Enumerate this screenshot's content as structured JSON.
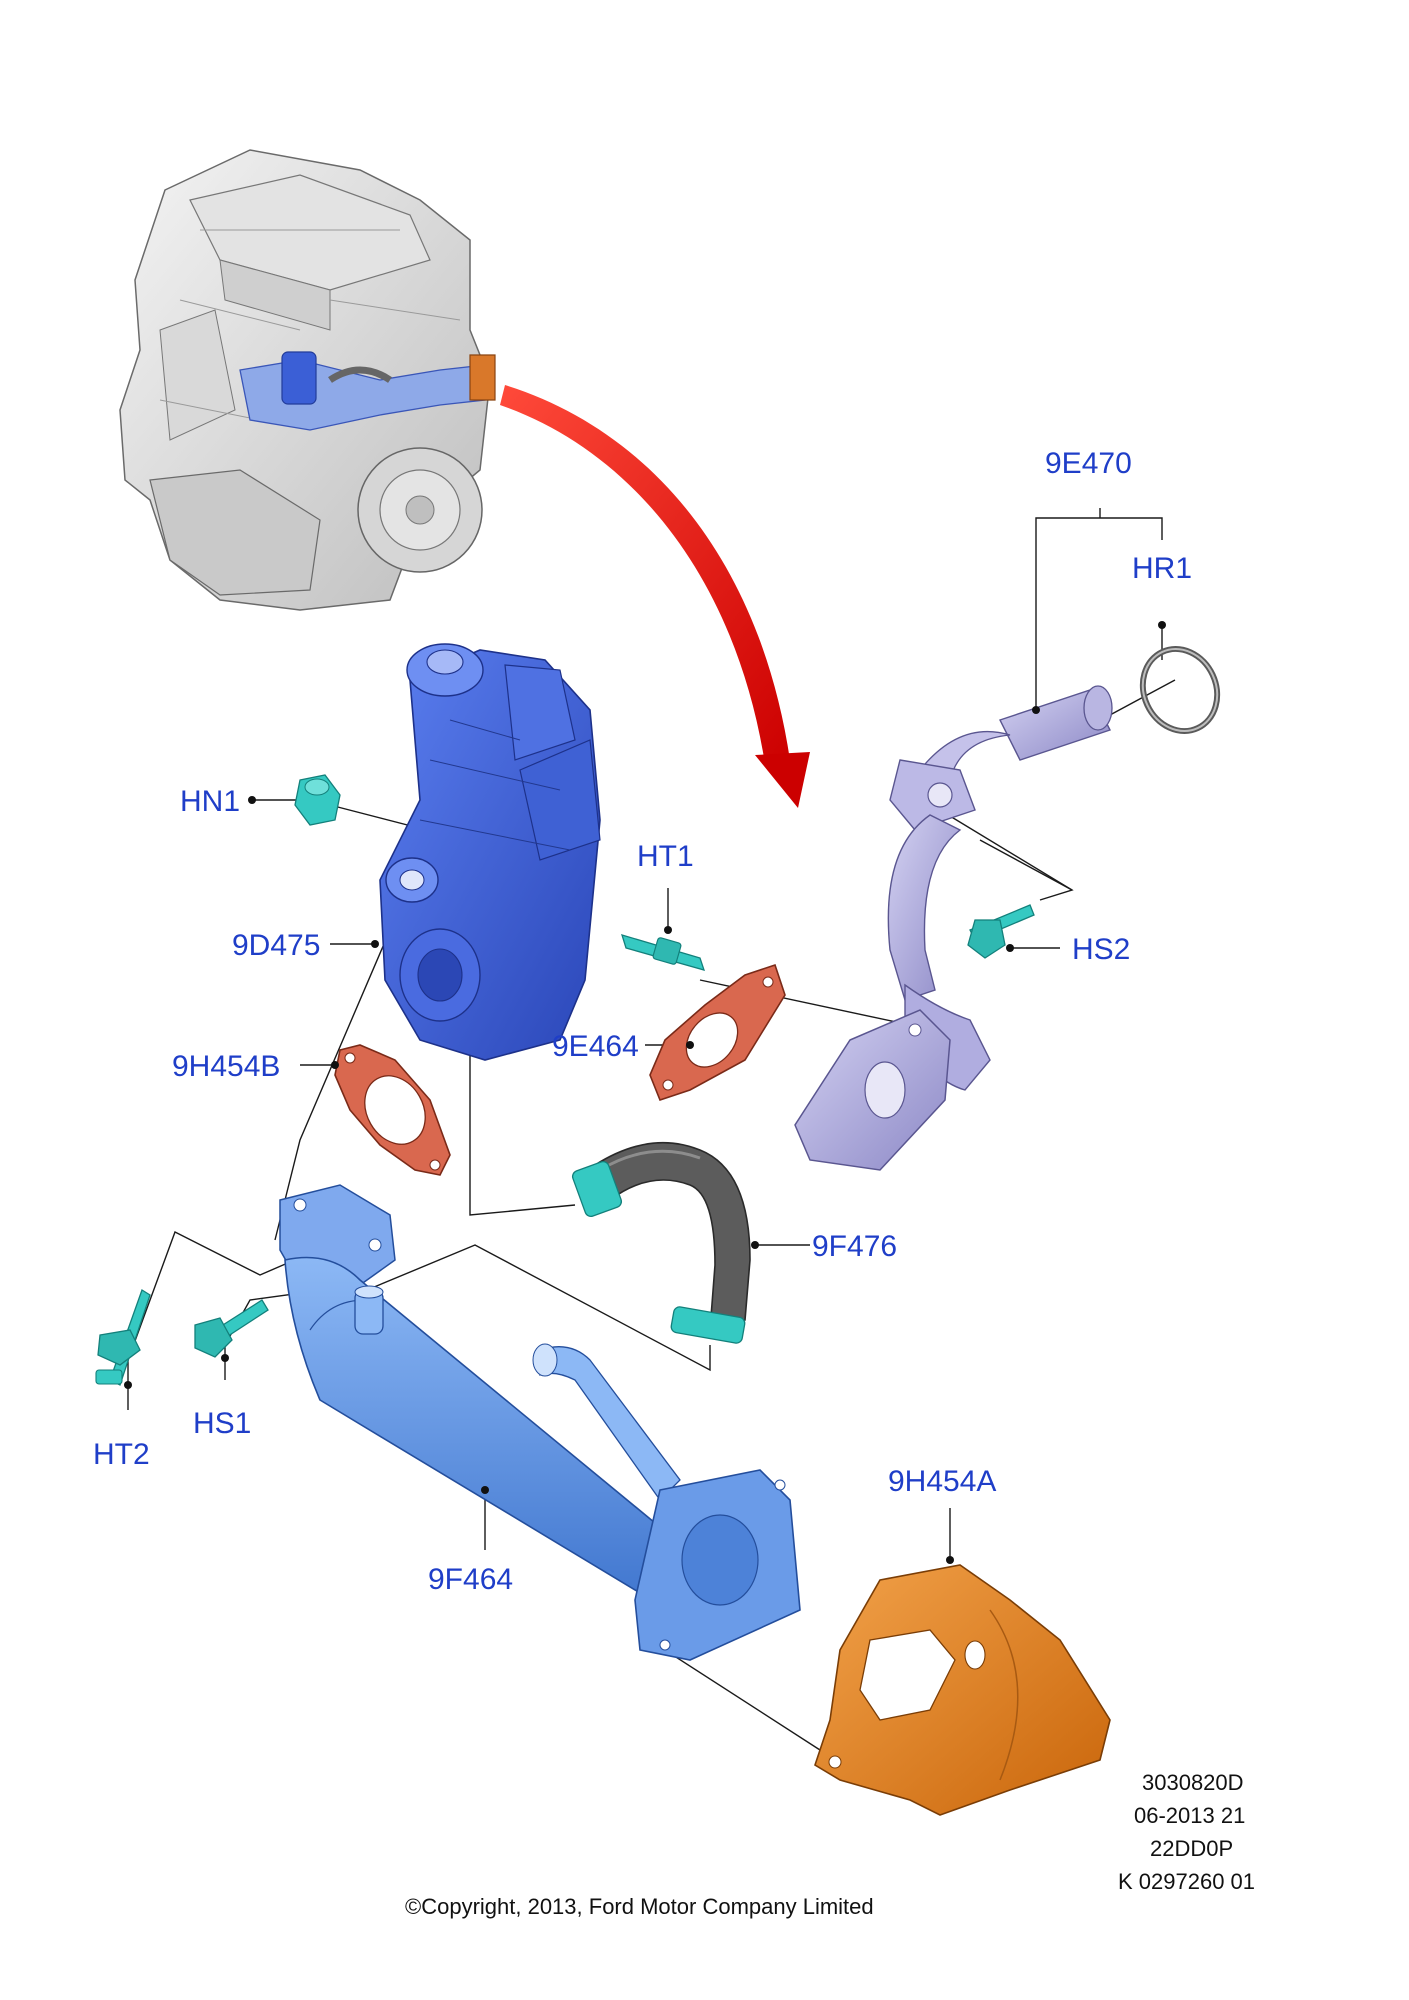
{
  "labels": {
    "9E470": "9E470",
    "HR1": "HR1",
    "HN1": "HN1",
    "HT1": "HT1",
    "9D475": "9D475",
    "HS2": "HS2",
    "9E464": "9E464",
    "9H454B": "9H454B",
    "9F476": "9F476",
    "HT2": "HT2",
    "HS1": "HS1",
    "9H454A": "9H454A",
    "9F464": "9F464"
  },
  "reference": {
    "line1": "3030820D",
    "line2": "06-2013 21",
    "line3": "22DD0P",
    "line4": "K 0297260 01"
  },
  "copyright": "©Copyright, 2013, Ford Motor Company Limited",
  "colors": {
    "label": "#1f3ec8",
    "egr_valve": "#3b5fd6",
    "cooler": "#5b8fe0",
    "tube": "#a6a3d8",
    "gasket": "#d0604a",
    "heat_shield": "#e07f1e",
    "hose": "#5a5a5a",
    "fastener": "#35c9c2",
    "arrow": "#e8141b"
  }
}
